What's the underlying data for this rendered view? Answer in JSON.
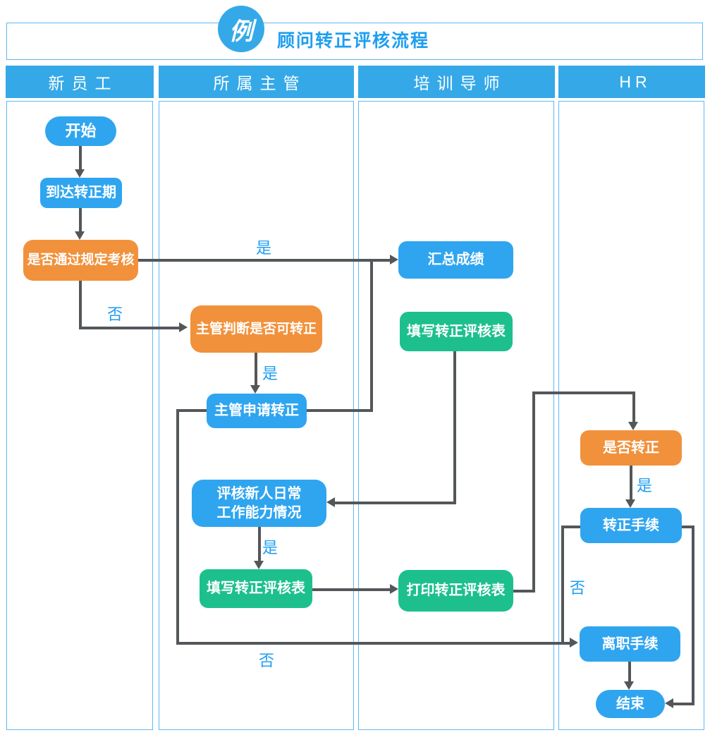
{
  "title": {
    "badge": "例",
    "text": "顾问转正评核流程"
  },
  "lanes": [
    {
      "label": "新员工"
    },
    {
      "label": "所属主管"
    },
    {
      "label": "培训导师"
    },
    {
      "label": "HR"
    }
  ],
  "nodes": {
    "start": {
      "label": "开始",
      "shape": "terminator",
      "color": "blue"
    },
    "reach_period": {
      "label": "到达转正期",
      "shape": "process",
      "color": "blue"
    },
    "pass_exam": {
      "label": "是否通过规定考核",
      "shape": "decision",
      "color": "orange"
    },
    "supervisor_judge": {
      "label": "主管判断是否可转正",
      "shape": "decision",
      "color": "orange"
    },
    "supervisor_apply": {
      "label": "主管申请转正",
      "shape": "process",
      "color": "blue"
    },
    "assess_daily": {
      "line1": "评核新人日常",
      "line2": "工作能力情况",
      "shape": "process",
      "color": "blue"
    },
    "fill_form_supervisor": {
      "label": "填写转正评核表",
      "shape": "process",
      "color": "green"
    },
    "collect_scores": {
      "label": "汇总成绩",
      "shape": "process",
      "color": "blue"
    },
    "fill_form_mentor": {
      "label": "填写转正评核表",
      "shape": "process",
      "color": "green"
    },
    "print_form": {
      "label": "打印转正评核表",
      "shape": "process",
      "color": "green"
    },
    "confirm_regular": {
      "label": "是否转正",
      "shape": "decision",
      "color": "orange"
    },
    "regular_procedure": {
      "label": "转正手续",
      "shape": "process",
      "color": "blue"
    },
    "resign_procedure": {
      "label": "离职手续",
      "shape": "process",
      "color": "blue"
    },
    "end": {
      "label": "结束",
      "shape": "terminator",
      "color": "blue"
    }
  },
  "edge_labels": {
    "yes_pass": "是",
    "no_pass": "否",
    "yes_judge": "是",
    "yes_assess": "是",
    "yes_confirm": "是",
    "no_regular": "否",
    "no_apply": "否"
  },
  "colors": {
    "blue": "#2FA5F0",
    "orange": "#F1913C",
    "green": "#1DC08D",
    "line": "#54575A",
    "labeltext": "#1E9EF0",
    "border": "#5FB9F3",
    "headerblue": "#35A9E8"
  }
}
